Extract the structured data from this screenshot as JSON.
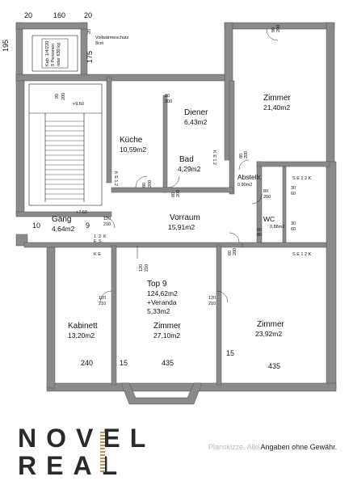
{
  "top_dims": {
    "d1": "20",
    "d2": "160",
    "d3": "20"
  },
  "left_dims": {
    "d1": "195",
    "d2": "20",
    "d3": "175"
  },
  "waermeschutz": {
    "l1": "Vollwärmeschutz",
    "l2": "8cm"
  },
  "lift_note": {
    "l1": "Kab. 1/4/220",
    "l2": "8 Personen",
    "l3": "oder 630 kg"
  },
  "stair": {
    "d90": "90",
    "d200": "200",
    "elev": "+9,50"
  },
  "rooms": {
    "kueche": {
      "name": "Küche",
      "area": "10,59m2"
    },
    "diener": {
      "name": "Diener",
      "area": "6,43m2"
    },
    "zimmer1": {
      "name": "Zimmer",
      "area": "21,40m2"
    },
    "bad": {
      "name": "Bad",
      "area": "4,29m2"
    },
    "abstellr": {
      "name": "Abstellr.",
      "area": "0,90m2"
    },
    "vorraum": {
      "name": "Vorraum",
      "area": "15,91m2"
    },
    "wc": {
      "name": "WC",
      "area": "0,88m2"
    },
    "gang": {
      "name": "Gang",
      "area": "4,64m2"
    },
    "kabinett": {
      "name": "Kabinett",
      "area": "13,20m2"
    },
    "zimmer2": {
      "name": "Zimmer",
      "area": "27,10m2"
    },
    "zimmer3": {
      "name": "Zimmer",
      "area": "23,92m2"
    }
  },
  "top": {
    "l1": "Top 9",
    "l2": "124,62m2",
    "l3": "+Veranda",
    "l4": "5,33m2"
  },
  "gang_elev": "+7,60",
  "gang_dims": {
    "a": "10",
    "b": "9"
  },
  "bottom_dims": {
    "a": "240",
    "b": "15",
    "c": "435",
    "d": "15",
    "e": "435"
  },
  "doors": {
    "d80_200": "80",
    "d200": "200",
    "d120": "120",
    "d210": "210",
    "d60": "60",
    "d90": "90",
    "d30": "30"
  },
  "sockets": {
    "sek": "S E 1 2 K",
    "ke12": "K E 1 2",
    "ke": "K E",
    "e": "E",
    "k": "K",
    "one": "1",
    "two": "2",
    "s": "S"
  },
  "brand": {
    "line1": "NOVEL",
    "line2": "REAL"
  },
  "disclaimer": {
    "part1": "Planskizze. Alle",
    "part2": "Angaben ohne Gewähr."
  },
  "colors": {
    "wall": "#8a8a8a",
    "wall_dark": "#6e6e6e",
    "line": "#222222",
    "brand": "#2a2a2a",
    "accent": "#b8945a"
  }
}
